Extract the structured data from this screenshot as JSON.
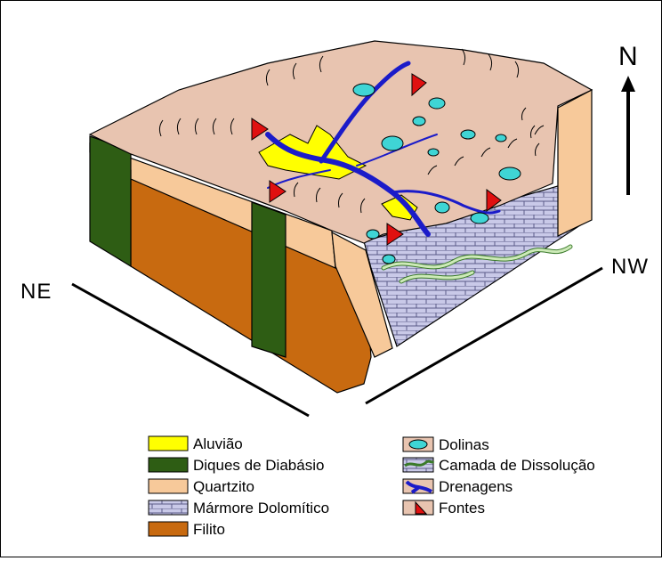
{
  "compass": {
    "north": "N",
    "left_direction": "NE",
    "right_direction": "NW"
  },
  "legend": {
    "left": [
      {
        "label": "Aluvião",
        "icon": "aluviao-swatch",
        "color": "#ffff00"
      },
      {
        "label": "Diques de Diabásio",
        "icon": "diabasio-swatch",
        "color": "#2e5d14"
      },
      {
        "label": "Quartzito",
        "icon": "quartzito-swatch",
        "color": "#f7c99a"
      },
      {
        "label": "Mármore Dolomítico",
        "icon": "marmore-swatch",
        "color": "#c9c9e8"
      },
      {
        "label": "Filito",
        "icon": "filito-swatch",
        "color": "#c86a10"
      }
    ],
    "right": [
      {
        "label": "Dolinas",
        "icon": "dolina-icon",
        "color": "#3fd5d5"
      },
      {
        "label": "Camada de Dissolução",
        "icon": "camada-icon",
        "color": "#cdeab8"
      },
      {
        "label": "Drenagens",
        "icon": "drenagem-icon",
        "color": "#1b1bc9"
      },
      {
        "label": "Fontes",
        "icon": "fonte-icon",
        "color": "#e01010"
      }
    ]
  },
  "colors": {
    "surface": "#e8c4b0",
    "quartzito": "#f7c99a",
    "filito": "#c86a10",
    "diabasio": "#2e5d14",
    "marmore": "#c9c9e8",
    "aluviao": "#ffff00",
    "dolina": "#3fd5d5",
    "drenagem": "#1b1bc9",
    "fonte": "#e01010"
  }
}
